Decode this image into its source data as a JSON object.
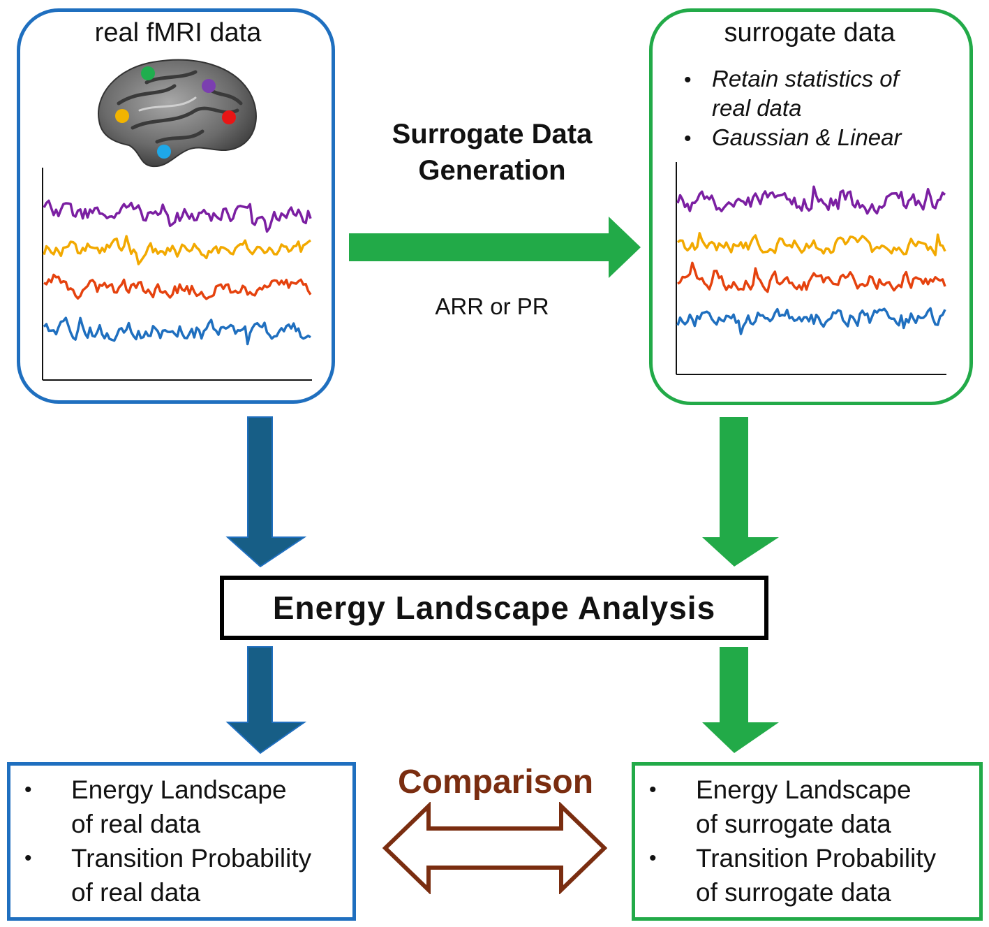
{
  "real": {
    "title": "real fMRI data",
    "results": [
      "Energy Landscape",
      "of real data",
      "Transition Probability",
      "of real data"
    ]
  },
  "surrogate": {
    "title": "surrogate data",
    "bullets": [
      "Retain statistics of",
      "real data",
      "Gaussian & Linear"
    ],
    "results": [
      "Energy Landscape",
      "of surrogate data",
      "Transition Probability",
      "of surrogate data"
    ]
  },
  "generation": {
    "title_line1": "Surrogate Data",
    "title_line2": "Generation",
    "method": "ARR or PR"
  },
  "analysis": {
    "label": "Energy Landscape Analysis"
  },
  "comparison": {
    "label": "Comparison"
  },
  "colors": {
    "real_blue": "#1f6fbf",
    "dark_blue_arrow": "#175e86",
    "surrogate_green": "#22aa48",
    "comparison_brown": "#7a2d10",
    "trace_purple": "#7b1fa2",
    "trace_yellow": "#f2a900",
    "trace_orange": "#e5420e",
    "trace_blue": "#1f6fbf"
  }
}
